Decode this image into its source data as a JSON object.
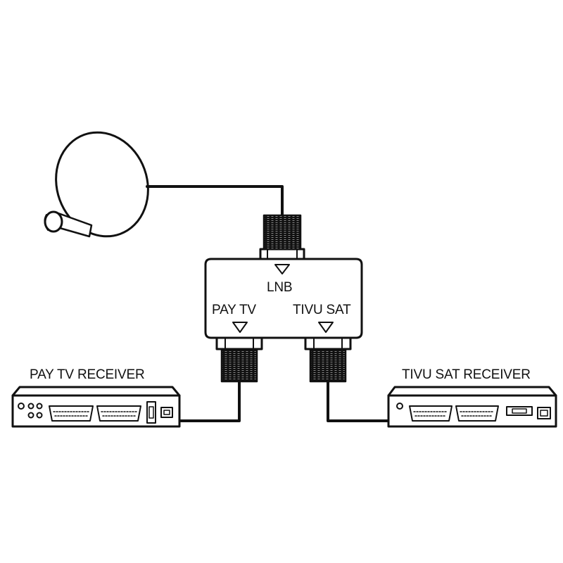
{
  "colors": {
    "line": "#111111",
    "background": "#ffffff"
  },
  "splitter": {
    "input_label": "LNB",
    "output_left_label": "PAY TV",
    "output_right_label": "TIVU SAT"
  },
  "receivers": {
    "left_title": "PAY TV RECEIVER",
    "right_title": "TIVU SAT RECEIVER"
  }
}
